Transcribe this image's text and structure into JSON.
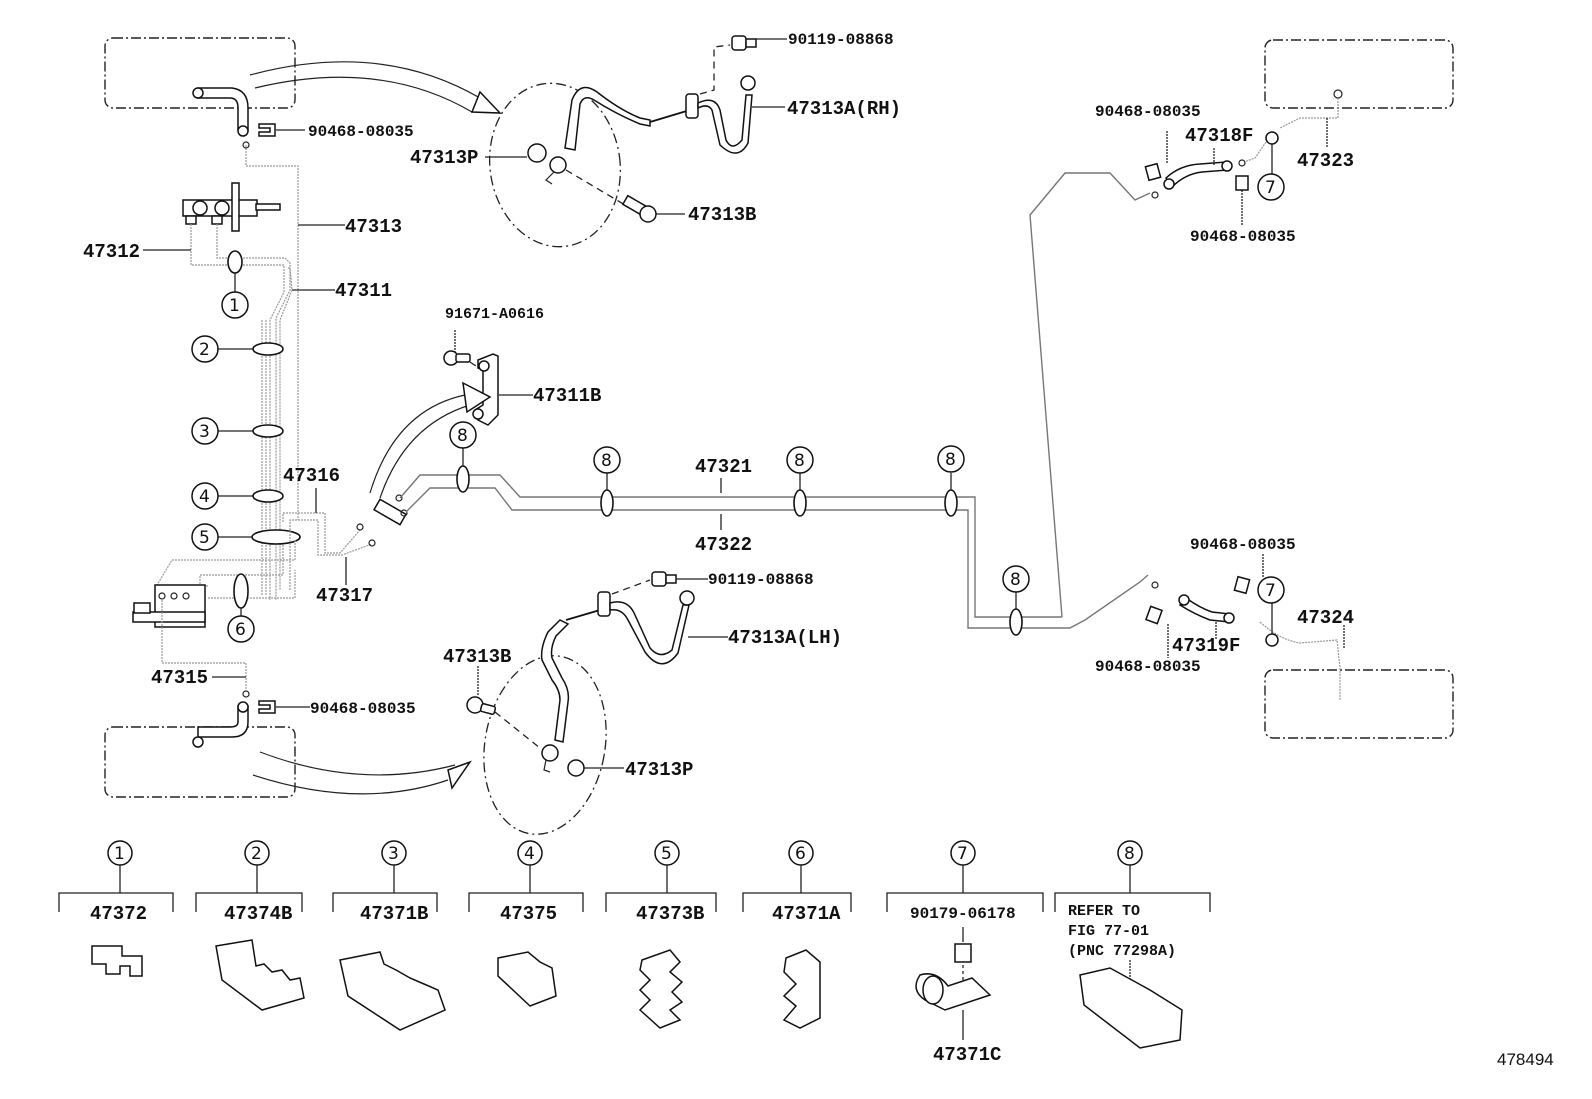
{
  "diagram": {
    "type": "parts-exploded-view",
    "drawing_id": "478494",
    "callouts": {
      "c1": "1",
      "c2": "2",
      "c3": "3",
      "c4": "4",
      "c5": "5",
      "c6": "6",
      "c7": "7",
      "c8": "8"
    },
    "labels": {
      "top_clip": "90468-08035",
      "rh_bolt": "90119-08868",
      "rh_hose": "47313A(RH)",
      "rh_p": "47313P",
      "rh_b": "47313B",
      "p47313": "47313",
      "p47312": "47312",
      "p47311": "47311",
      "bolt_91671": "91671-A0616",
      "p47311b": "47311B",
      "p47316": "47316",
      "p47317": "47317",
      "p47321": "47321",
      "p47322": "47322",
      "p47315": "47315",
      "bottom_clip": "90468-08035",
      "lh_bolt": "90119-08868",
      "lh_hose": "47313A(LH)",
      "lh_b": "47313B",
      "lh_p": "47313P",
      "rr_clip_top": "90468-08035",
      "p47318f": "47318F",
      "p47323": "47323",
      "rr_clip_top2": "90468-08035",
      "rl_clip_top": "90468-08035",
      "p47319f": "47319F",
      "p47324": "47324",
      "rl_clip_bottom": "90468-08035"
    },
    "legend": [
      {
        "callout": "1",
        "part": "47372"
      },
      {
        "callout": "2",
        "part": "47374B"
      },
      {
        "callout": "3",
        "part": "47371B"
      },
      {
        "callout": "4",
        "part": "47375"
      },
      {
        "callout": "5",
        "part": "47373B"
      },
      {
        "callout": "6",
        "part": "47371A"
      },
      {
        "callout": "7",
        "part": "90179-06178",
        "sub_part": "47371C"
      },
      {
        "callout": "8",
        "note_line1": "REFER TO",
        "note_line2": "FIG 77-01",
        "note_line3": "(PNC 77298A)"
      }
    ]
  }
}
